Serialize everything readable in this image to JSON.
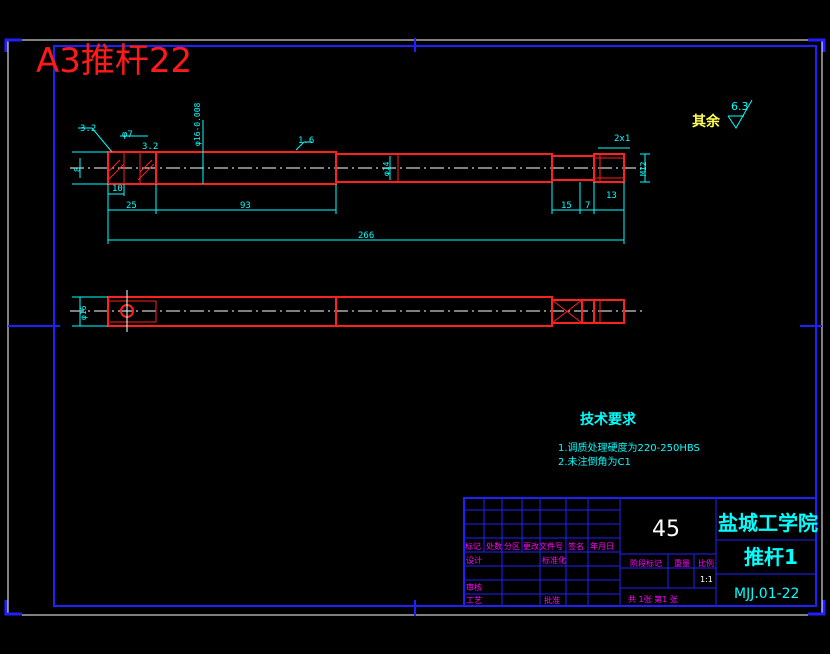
{
  "sheet_label": "A3推杆22",
  "surface_finish_note": {
    "label": "其余",
    "value": "6.3"
  },
  "dimensions": {
    "roughness_left": "3.2",
    "roughness_chamfer": "3.2",
    "roughness_main": "1.6",
    "hole_dia": "φ7",
    "shaft_dia_tol": "φ16-0.008",
    "small_dia_left": "8",
    "mid_dia": "φ14",
    "chamfer": "2x1",
    "thread": "M12",
    "len_10": "10",
    "len_25": "25",
    "len_93": "93",
    "len_15": "15",
    "len_7": "7",
    "len_13": "13",
    "total_len": "266",
    "side_dia": "φ16"
  },
  "tech_requirements": {
    "title": "技术要求",
    "items": [
      "1.调质处理硬度为220-250HBS",
      "2.未注倒角为C1"
    ]
  },
  "title_block": {
    "material": "45",
    "school": "盐城工学院",
    "part_name": "推杆1",
    "drawing_number": "MJJ.01-22",
    "header_labels": [
      "标记",
      "处数",
      "分区",
      "更改文件号",
      "签名",
      "年月日"
    ],
    "row_labels": [
      "设计",
      "标准化"
    ],
    "review_label": "审核",
    "process_label": "工艺",
    "approve_label": "批准",
    "stage_label": "阶段标记",
    "weight_label": "重量",
    "scale_label": "比例",
    "scale_value": "1:1",
    "sheets_text": "共  1张  第1  张"
  }
}
